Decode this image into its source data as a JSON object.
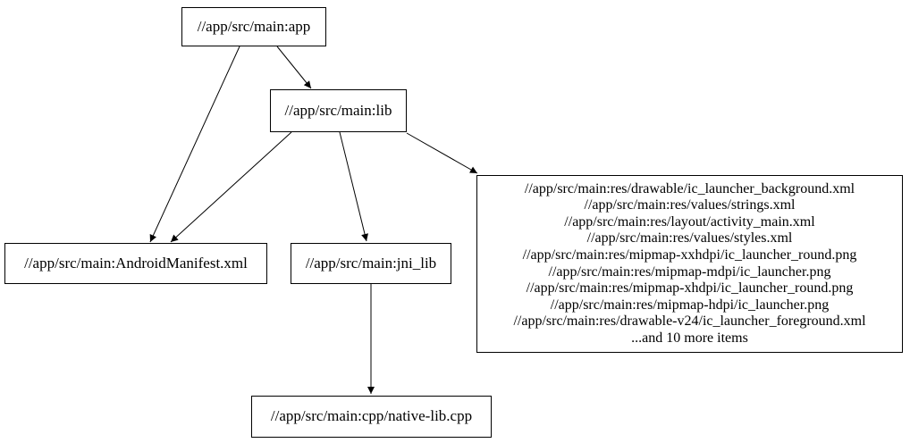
{
  "graph": {
    "background_color": "#ffffff",
    "node_border_color": "#000000",
    "edge_color": "#000000",
    "text_color": "#000000",
    "nodes": {
      "app": {
        "label": "//app/src/main:app"
      },
      "lib": {
        "label": "//app/src/main:lib"
      },
      "android_manifest": {
        "label": "//app/src/main:AndroidManifest.xml"
      },
      "jni_lib": {
        "label": "//app/src/main:jni_lib"
      },
      "native_lib": {
        "label": "//app/src/main:cpp/native-lib.cpp"
      },
      "res_group": {
        "lines": [
          "//app/src/main:res/drawable/ic_launcher_background.xml",
          "//app/src/main:res/values/strings.xml",
          "//app/src/main:res/layout/activity_main.xml",
          "//app/src/main:res/values/styles.xml",
          "//app/src/main:res/mipmap-xxhdpi/ic_launcher_round.png",
          "//app/src/main:res/mipmap-mdpi/ic_launcher.png",
          "//app/src/main:res/mipmap-xhdpi/ic_launcher_round.png",
          "//app/src/main:res/mipmap-hdpi/ic_launcher.png",
          "//app/src/main:res/drawable-v24/ic_launcher_foreground.xml",
          "...and 10 more items"
        ]
      }
    },
    "edges": [
      {
        "from": "//app/src/main:app",
        "to": "//app/src/main:lib"
      },
      {
        "from": "//app/src/main:app",
        "to": "//app/src/main:AndroidManifest.xml"
      },
      {
        "from": "//app/src/main:lib",
        "to": "//app/src/main:AndroidManifest.xml"
      },
      {
        "from": "//app/src/main:lib",
        "to": "//app/src/main:jni_lib"
      },
      {
        "from": "//app/src/main:lib",
        "to": "res_group"
      },
      {
        "from": "//app/src/main:jni_lib",
        "to": "//app/src/main:cpp/native-lib.cpp"
      }
    ]
  }
}
